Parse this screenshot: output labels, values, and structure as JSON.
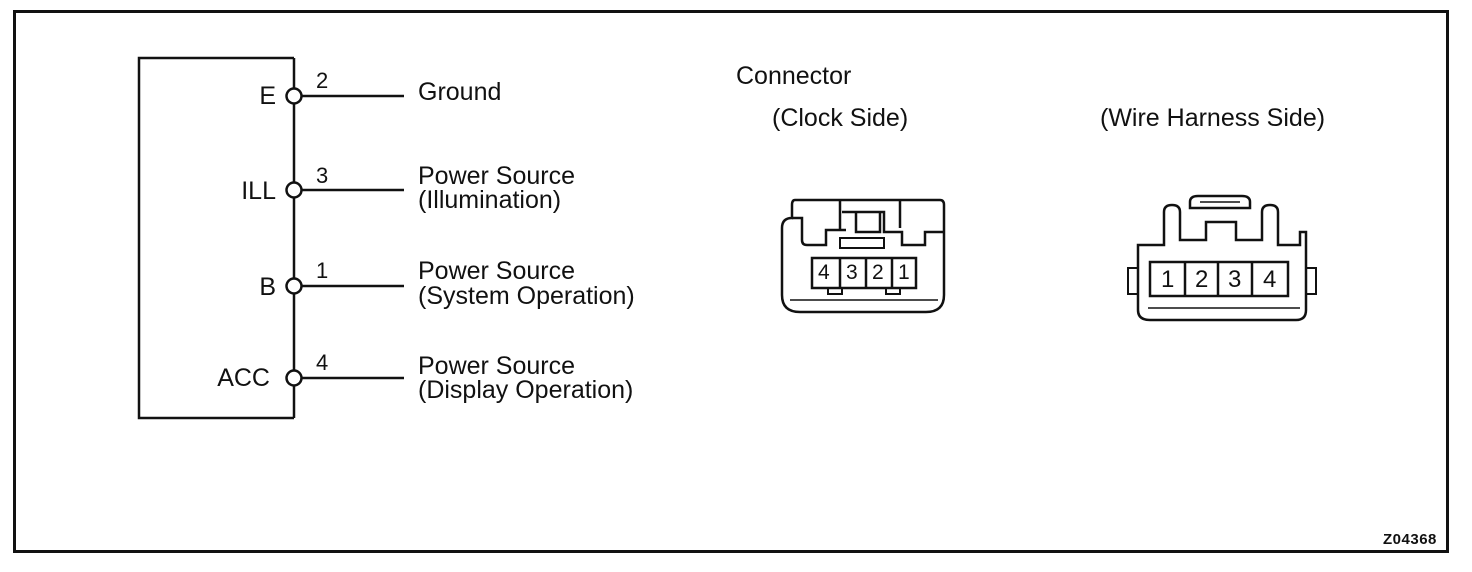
{
  "pins": [
    {
      "label": "E",
      "number": "2",
      "func1": "Ground",
      "func2": ""
    },
    {
      "label": "ILL",
      "number": "3",
      "func1": "Power Source",
      "func2": "(Illumination)"
    },
    {
      "label": "B",
      "number": "1",
      "func1": "Power Source",
      "func2": "(System Operation)"
    },
    {
      "label": "ACC",
      "number": "4",
      "func1": "Power Source",
      "func2": "(Display Operation)"
    }
  ],
  "connector": {
    "title": "Connector",
    "clock_side": {
      "title": "(Clock Side)",
      "pins": [
        "4",
        "3",
        "2",
        "1"
      ]
    },
    "harness_side": {
      "title": "(Wire Harness Side)",
      "pins": [
        "1",
        "2",
        "3",
        "4"
      ]
    }
  },
  "figure_code": "Z04368"
}
